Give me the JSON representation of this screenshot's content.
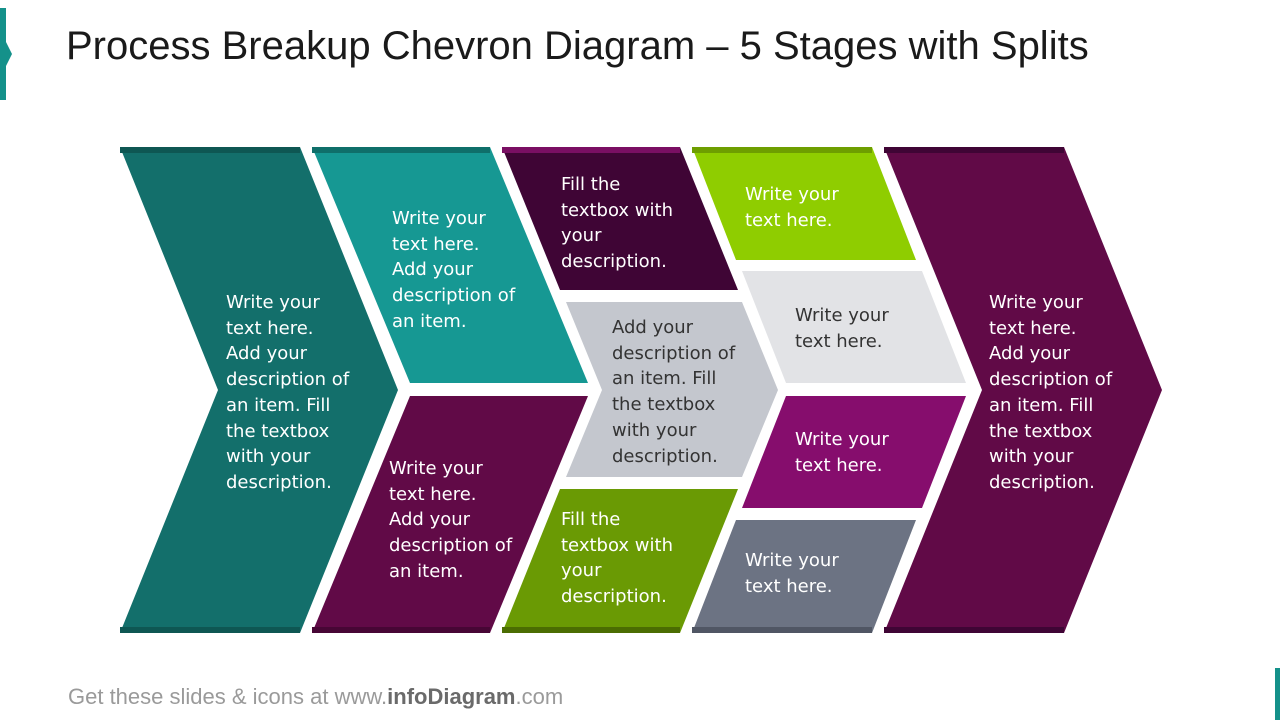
{
  "title": "Process Breakup Chevron Diagram – 5 Stages with Splits",
  "footer": {
    "prefix": "Get these slides & icons at www.",
    "brand": "infoDiagram",
    "suffix": ".com"
  },
  "colors": {
    "accent": "#14918a",
    "teal_dark": "#136f6b",
    "teal": "#169893",
    "plum": "#610a47",
    "plum_dark": "#3f0535",
    "grey_light": "#c4c7ce",
    "grey_pale": "#e2e3e6",
    "green": "#6a9a04",
    "lime": "#8fcd00",
    "magenta": "#860d6d",
    "slate": "#6c7383"
  },
  "stages": {
    "stage1": {
      "text": "Write your\ntext here.\nAdd your\ndescription of\nan item. Fill\nthe textbox\nwith your\ndescription."
    },
    "stage2_top": {
      "text": "Write your\ntext here.\nAdd your\ndescription of\nan item."
    },
    "stage2_bottom": {
      "text": "Write your\ntext here.\nAdd your\ndescription of\nan item."
    },
    "stage3_top": {
      "text": "Fill the\ntextbox with\nyour\ndescription."
    },
    "stage3_middle": {
      "text": "Add your\ndescription of\nan item. Fill\nthe textbox\nwith your\ndescription."
    },
    "stage3_bottom": {
      "text": "Fill the\ntextbox with\nyour\ndescription."
    },
    "stage4_1": {
      "text": "Write your\ntext here."
    },
    "stage4_2": {
      "text": "Write your\ntext here."
    },
    "stage4_3": {
      "text": "Write your\ntext here."
    },
    "stage4_4": {
      "text": "Write your\ntext here."
    },
    "stage5": {
      "text": "Write your\ntext here.\nAdd your\ndescription of\nan item. Fill\nthe textbox\nwith your\ndescription."
    }
  }
}
